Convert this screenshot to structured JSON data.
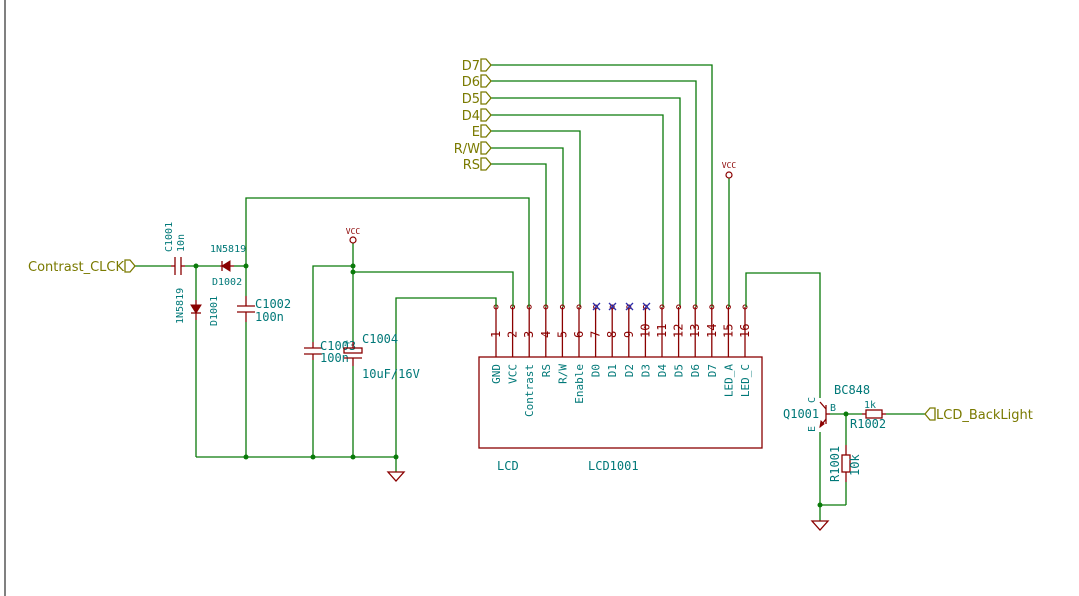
{
  "labels": {
    "contrast_clk": "Contrast_CLCK",
    "lcd_backlight": "LCD_BackLight",
    "d7": "D7",
    "d6": "D6",
    "d5": "D5",
    "d4": "D4",
    "e": "E",
    "rw": "R/W",
    "rs": "RS"
  },
  "power": {
    "vcc": "VCC"
  },
  "lcd": {
    "ref": "LCD1001",
    "value": "LCD",
    "pins": [
      {
        "num": "1",
        "name": "GND"
      },
      {
        "num": "2",
        "name": "VCC"
      },
      {
        "num": "3",
        "name": "Contrast"
      },
      {
        "num": "4",
        "name": "RS"
      },
      {
        "num": "5",
        "name": "R/W"
      },
      {
        "num": "6",
        "name": "Enable"
      },
      {
        "num": "7",
        "name": "D0"
      },
      {
        "num": "8",
        "name": "D1"
      },
      {
        "num": "9",
        "name": "D2"
      },
      {
        "num": "10",
        "name": "D3"
      },
      {
        "num": "11",
        "name": "D4"
      },
      {
        "num": "12",
        "name": "D5"
      },
      {
        "num": "13",
        "name": "D6"
      },
      {
        "num": "14",
        "name": "D7"
      },
      {
        "num": "15",
        "name": "LED_A"
      },
      {
        "num": "16",
        "name": "LED_C"
      }
    ]
  },
  "components": {
    "c1001": {
      "ref": "C1001",
      "value": "10n"
    },
    "d1002": {
      "ref": "D1002",
      "value": "1N5819"
    },
    "d1001": {
      "ref": "D1001",
      "value": "1N5819"
    },
    "c1002": {
      "ref": "C1002",
      "value": "100n"
    },
    "c1003": {
      "ref": "C1003",
      "value": "100n"
    },
    "c1004": {
      "ref": "C1004",
      "value": "10uF/16V"
    },
    "q1001": {
      "ref": "Q1001",
      "value": "BC848",
      "pin_b": "B",
      "pin_e": "E",
      "pin_c": "C"
    },
    "r1002": {
      "ref": "R1002",
      "value": "1k"
    },
    "r1001": {
      "ref": "R1001",
      "value": "10k"
    }
  }
}
